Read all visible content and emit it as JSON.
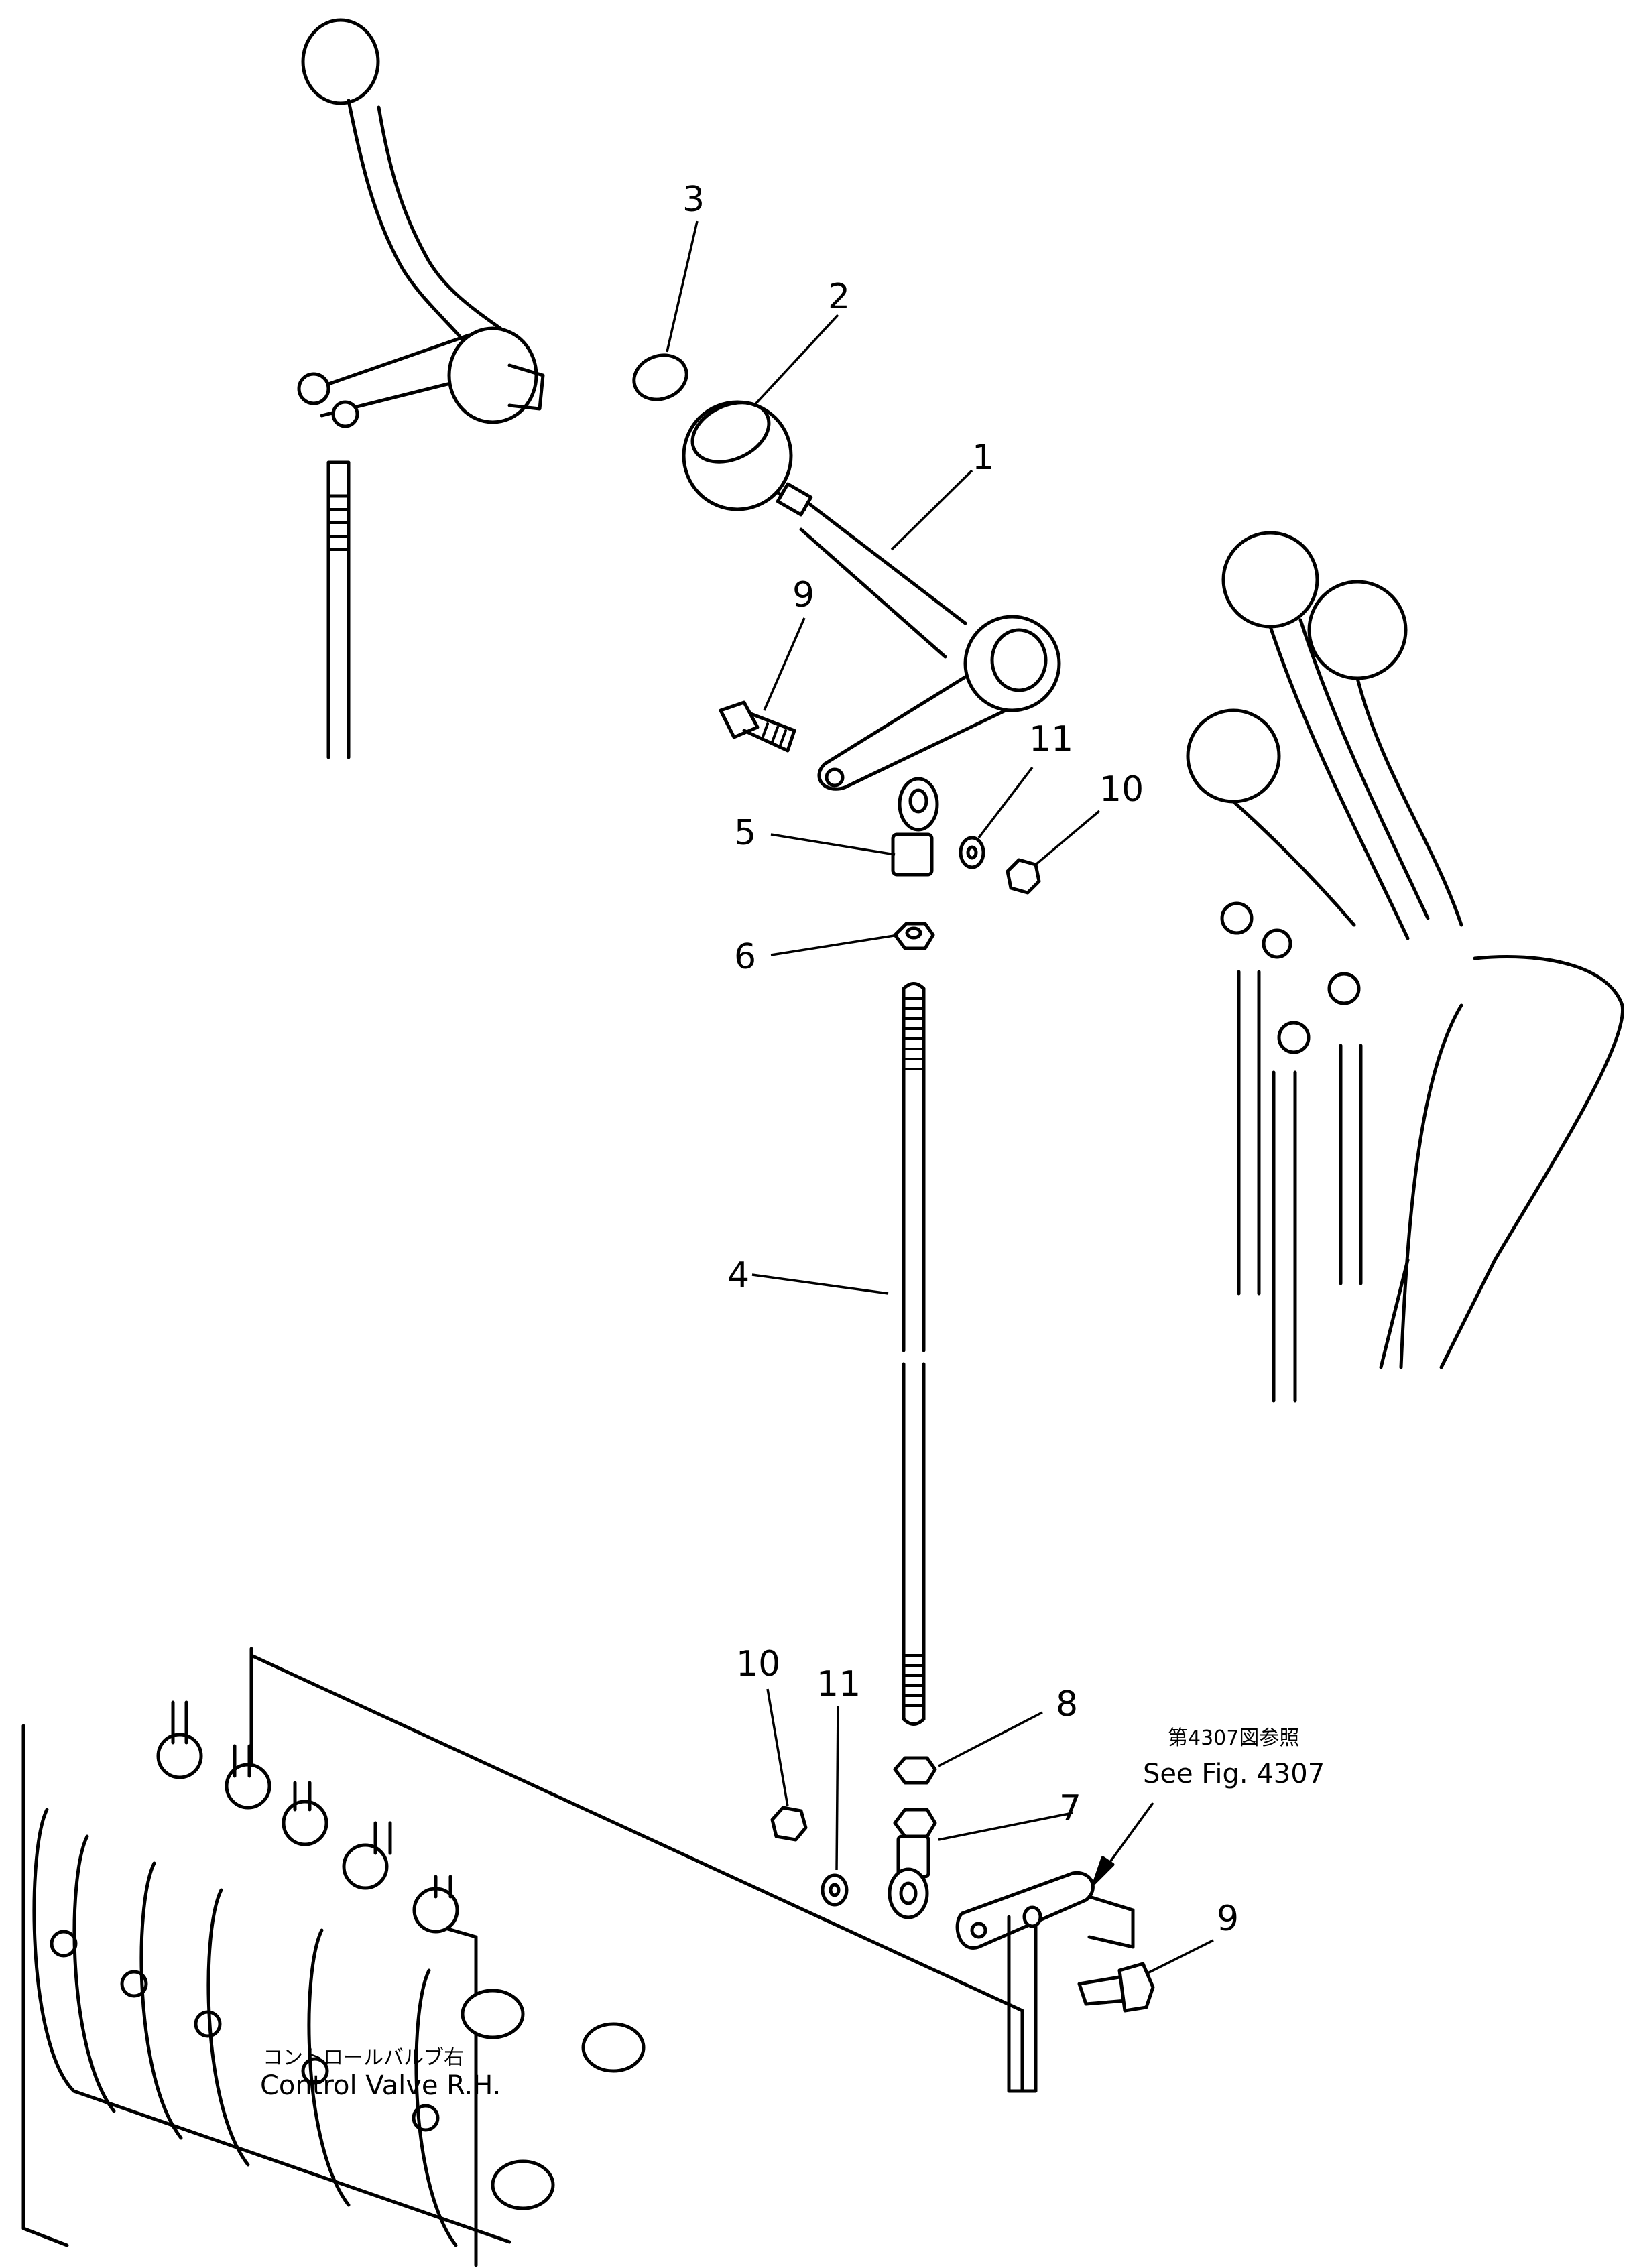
{
  "callouts": [
    {
      "id": "1",
      "label": "1"
    },
    {
      "id": "2",
      "label": "2"
    },
    {
      "id": "3",
      "label": "3"
    },
    {
      "id": "4",
      "label": "4"
    },
    {
      "id": "5",
      "label": "5"
    },
    {
      "id": "6",
      "label": "6"
    },
    {
      "id": "7",
      "label": "7"
    },
    {
      "id": "8",
      "label": "8"
    },
    {
      "id": "9a",
      "label": "9"
    },
    {
      "id": "9b",
      "label": "9"
    },
    {
      "id": "10a",
      "label": "10"
    },
    {
      "id": "10b",
      "label": "10"
    },
    {
      "id": "11a",
      "label": "11"
    },
    {
      "id": "11b",
      "label": "11"
    }
  ],
  "reference_note": {
    "japanese": "第4307図参照",
    "english": "See Fig. 4307"
  },
  "valve_label": {
    "japanese": "コントロールバルブ右",
    "english": "Control Valve R.H."
  }
}
